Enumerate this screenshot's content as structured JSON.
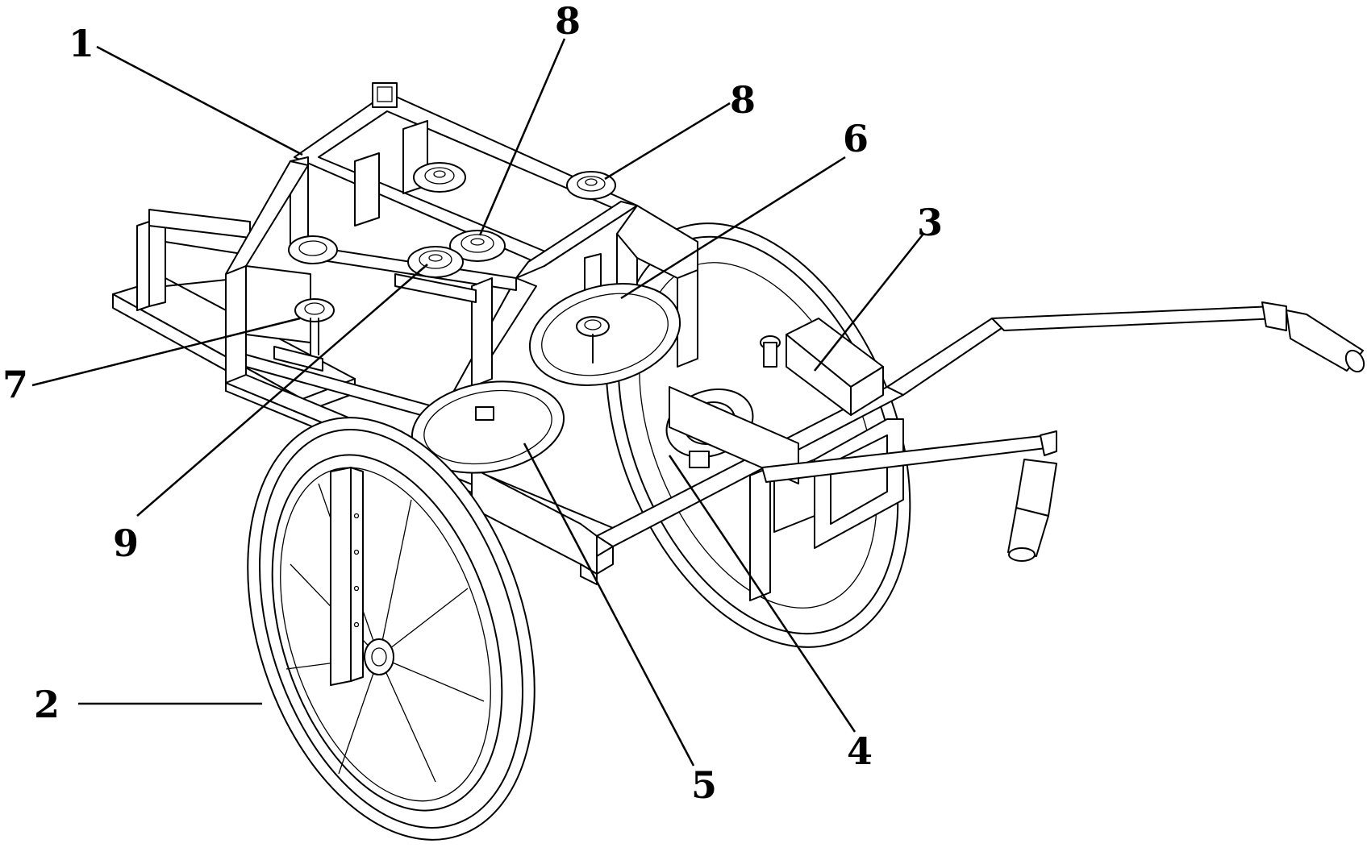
{
  "callouts": [
    {
      "id": "1",
      "text": "1"
    },
    {
      "id": "2",
      "text": "2"
    },
    {
      "id": "3",
      "text": "3"
    },
    {
      "id": "4",
      "text": "4"
    },
    {
      "id": "5",
      "text": "5"
    },
    {
      "id": "6",
      "text": "6"
    },
    {
      "id": "7",
      "text": "7"
    },
    {
      "id": "8a",
      "text": "8"
    },
    {
      "id": "8b",
      "text": "8"
    },
    {
      "id": "9",
      "text": "9"
    }
  ]
}
